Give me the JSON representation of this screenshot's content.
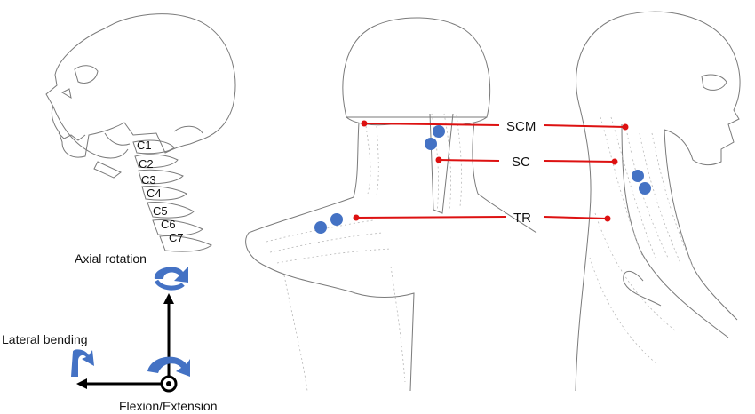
{
  "vertebrae": [
    "C1",
    "C2",
    "C3",
    "C4",
    "C5",
    "C6",
    "C7"
  ],
  "muscles": [
    {
      "label": "SCM"
    },
    {
      "label": "SC"
    },
    {
      "label": "TR"
    }
  ],
  "axes": {
    "axial_rotation": "Axial rotation",
    "lateral_bending": "Lateral bending",
    "flexion_extension": "Flexion/Extension"
  },
  "colors": {
    "leader_line": "#dd1111",
    "electrode": "#4472c4",
    "rotation_arrow": "#4472c4",
    "axis": "#000000",
    "outline": "#7a7a7a"
  }
}
